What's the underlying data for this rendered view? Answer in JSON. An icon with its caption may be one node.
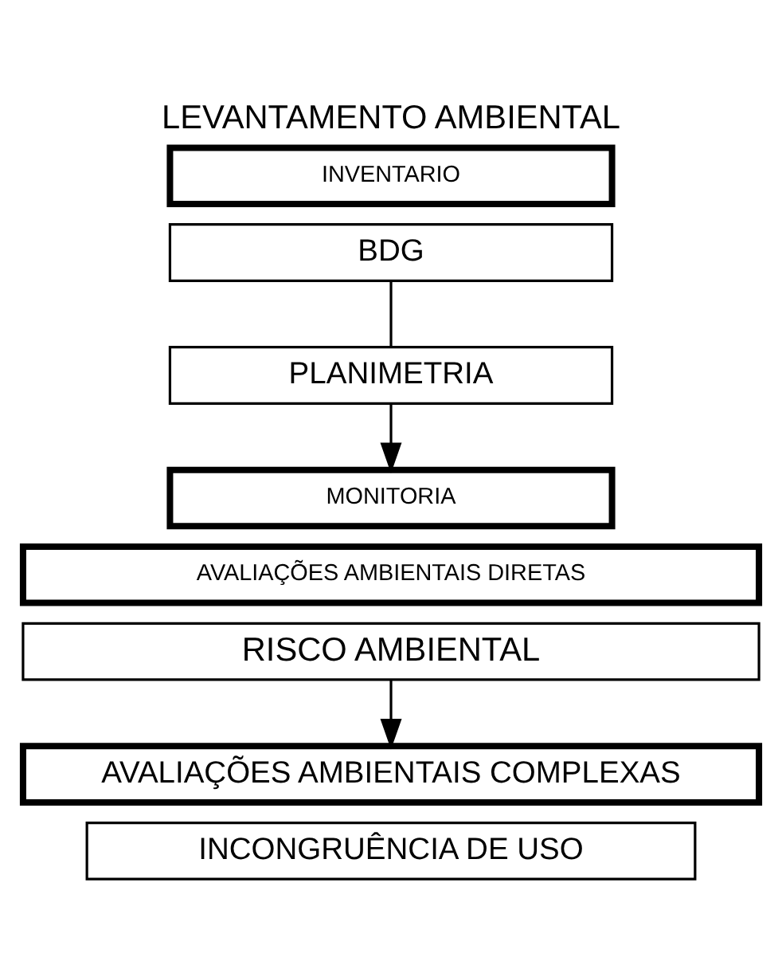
{
  "diagram": {
    "title": "LEVANTAMENTO AMBIENTAL",
    "nodes": [
      {
        "text": [
          "INVENTARIO"
        ]
      },
      {
        "text": [
          "BDG"
        ]
      },
      {
        "text": [
          "PLANIMETRIA"
        ]
      },
      {
        "text": [
          "MONITORIA"
        ]
      },
      {
        "text": [
          "AVALIAÇÕES AMBIENTAIS DIRETAS"
        ]
      },
      {
        "text": [
          "RISCO AMBIENTAL"
        ]
      },
      {
        "text": [
          "AVALIAÇÕES AMBIENTAIS COMPLEXAS"
        ]
      },
      {
        "text": [
          "INCONGRUÊNCIA DE USO"
        ]
      }
    ],
    "edges": [
      {
        "from": 1,
        "to": 2,
        "arrow": "none"
      },
      {
        "from": 2,
        "to": 3,
        "arrow": "to"
      },
      {
        "from": 5,
        "to": 6,
        "arrow": "to"
      }
    ]
  }
}
